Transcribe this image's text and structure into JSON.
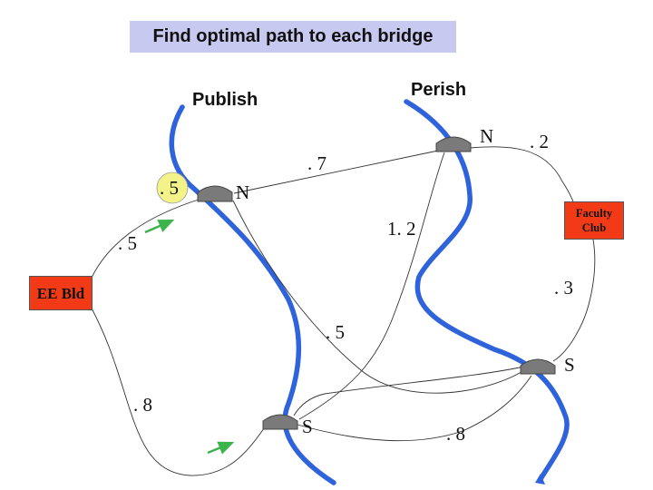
{
  "title": "Find optimal path to each bridge",
  "rivers": {
    "left": "Publish",
    "right": "Perish"
  },
  "buildings": {
    "ee": "EE Bld",
    "faculty": {
      "line1": "Faculty",
      "line2": "Club"
    }
  },
  "bridge_labels": {
    "left_north": "N",
    "left_south": "S",
    "right_north": "N",
    "right_south": "S"
  },
  "edge_labels": {
    "ee_to_left_north": ". 5",
    "ee_to_left_south": ". 8",
    "left_north_to_right_north": ". 7",
    "left_north_to_right_south": ". 5",
    "left_south_to_right_north": "1. 2",
    "left_south_to_right_south": ". 8",
    "right_north_to_faculty": ". 2",
    "right_south_to_faculty": ". 3"
  },
  "highlight_cost": ". 5",
  "colors": {
    "river": "#2f63dc",
    "building": "#f23a17",
    "bridge": "#7a7a7a",
    "highlight": "#f3f38a",
    "arrow": "#3cb44b",
    "title_bg": "#c8c9f0"
  }
}
